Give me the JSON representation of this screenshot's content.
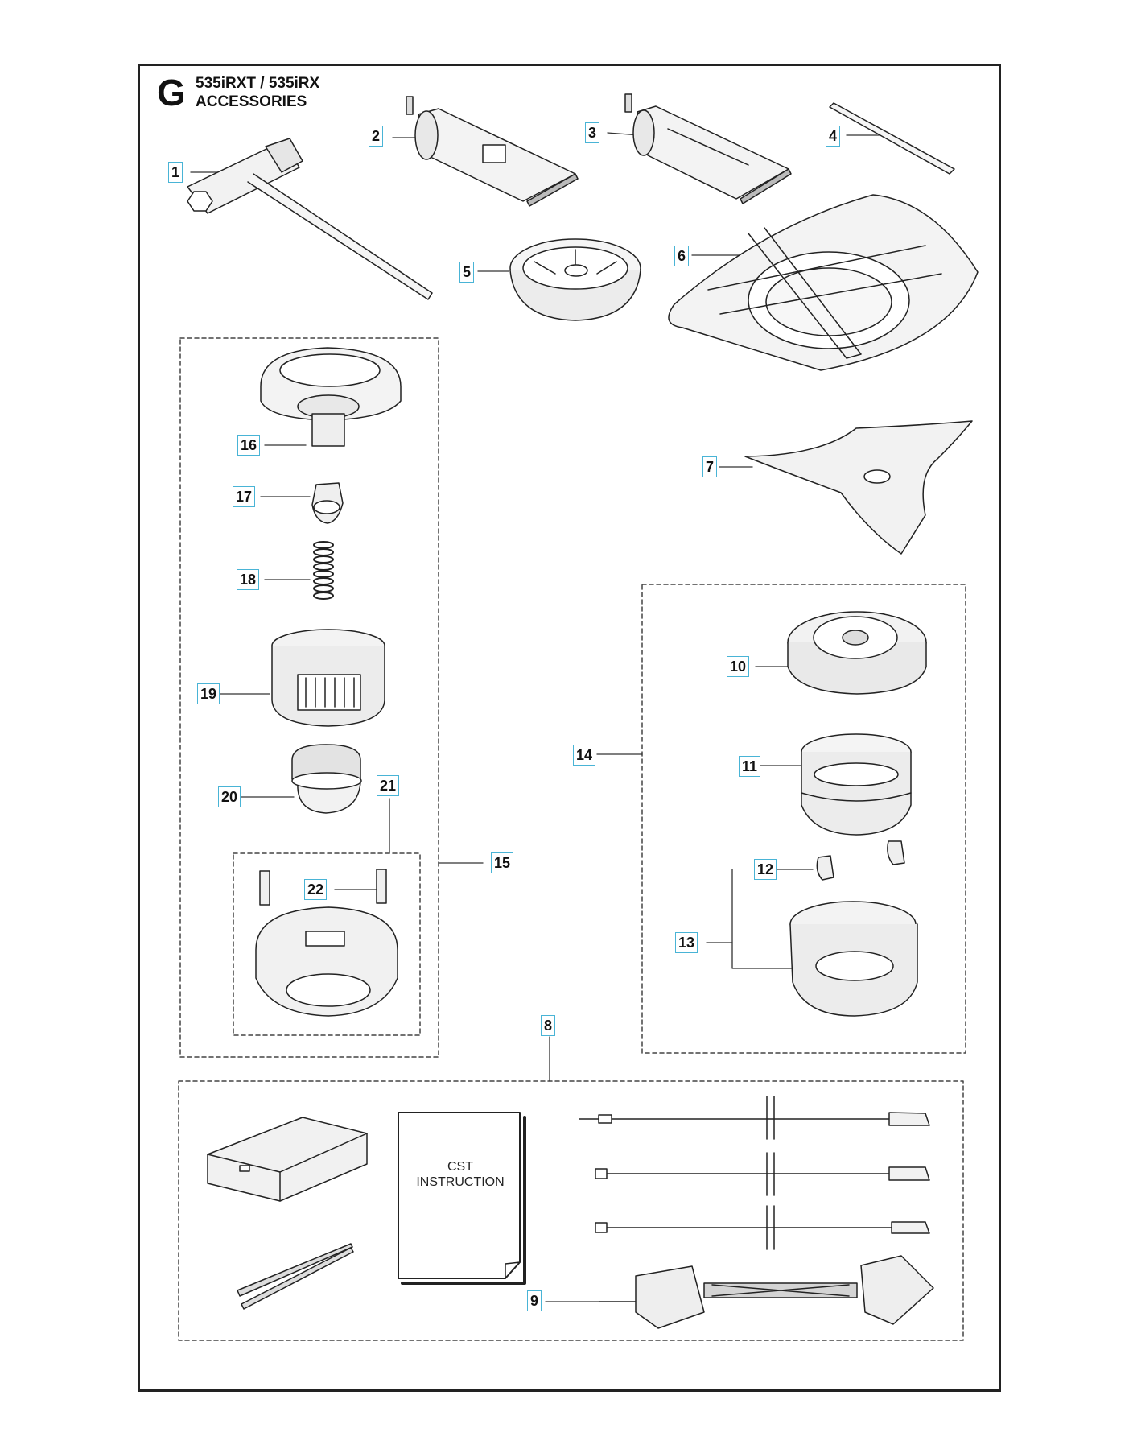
{
  "title": {
    "section_letter": "G",
    "models": "535iRXT / 535iRX",
    "subtitle": "ACCESSORIES"
  },
  "colors": {
    "callout_border": "#49b4d6",
    "line": "#222222",
    "part_fill": "#efefef"
  },
  "manual_label": {
    "line1": "CST",
    "line2": "INSTRUCTION"
  },
  "callouts": [
    "1",
    "2",
    "3",
    "4",
    "5",
    "6",
    "7",
    "8",
    "9",
    "10",
    "11",
    "12",
    "13",
    "14",
    "15",
    "16",
    "17",
    "18",
    "19",
    "20",
    "21",
    "22"
  ],
  "parts": [
    {
      "id": "1",
      "icon": "combination-wrench-icon"
    },
    {
      "id": "2",
      "icon": "grease-tube-icon"
    },
    {
      "id": "3",
      "icon": "grease-tube-icon"
    },
    {
      "id": "4",
      "icon": "rod-icon"
    },
    {
      "id": "5",
      "icon": "support-cup-icon"
    },
    {
      "id": "6",
      "icon": "blade-guard-icon"
    },
    {
      "id": "7",
      "icon": "grass-blade-icon"
    },
    {
      "id": "8",
      "icon": "service-kit-icon"
    },
    {
      "id": "9",
      "icon": "diagnostic-cable-icon"
    },
    {
      "id": "14",
      "icon": "trimmer-head-icon"
    },
    {
      "id": "15",
      "icon": "trimmer-head-icon"
    }
  ]
}
